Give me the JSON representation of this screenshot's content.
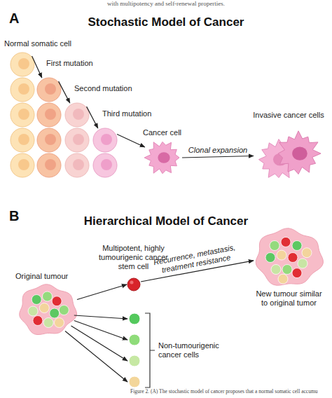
{
  "diagram": {
    "caption": "Figure 2. (A) The stochastic model of cancer proposes that a normal somatic cell accumu",
    "nodes": [
      {
        "text": [
          "Normal somatic cell"
        ]
      },
      {
        "text": [
          "First mutation"
        ]
      },
      {
        "text": [
          "Second mutation"
        ]
      },
      {
        "text": [
          "Third mutation"
        ]
      },
      {
        "text": [
          "Cancer cell"
        ]
      },
      {
        "text": [
          "Invasive cancer cells"
        ]
      },
      {
        "text": [
          "Original tumour"
        ]
      },
      {
        "text": [
          "Multipotent, highly tumourigenic cancer stem cell"
        ]
      },
      {
        "text": [
          "New tumour similar to original tumor"
        ]
      },
      {
        "text": [
          "Non-tumourigenic cancer cells"
        ]
      }
    ],
    "edges": [
      {
        "from": 0,
        "to": 1,
        "arrow": "to"
      },
      {
        "from": 1,
        "to": 2,
        "arrow": "to"
      },
      {
        "from": 2,
        "to": 3,
        "arrow": "to"
      },
      {
        "from": 3,
        "to": 4,
        "arrow": "to"
      },
      {
        "from": 4,
        "to": 5,
        "label": "Clonal expansion",
        "arrow": "to"
      },
      {
        "from": 6,
        "to": 7,
        "arrow": "to"
      },
      {
        "from": 6,
        "to": 9,
        "arrow": "to"
      },
      {
        "from": 6,
        "to": 9,
        "arrow": "to"
      },
      {
        "from": 6,
        "to": 9,
        "arrow": "to"
      },
      {
        "from": 6,
        "to": 9,
        "arrow": "to"
      },
      {
        "from": 7,
        "to": 8,
        "label": "Recurrence, metastasis, treatment resistance",
        "arrow": "to"
      }
    ],
    "labels": [
      "with multipotency and self-renewal properties.",
      "A",
      "Stochastic Model of Cancer",
      "B",
      "Hierarchical Model of Cancer"
    ]
  }
}
